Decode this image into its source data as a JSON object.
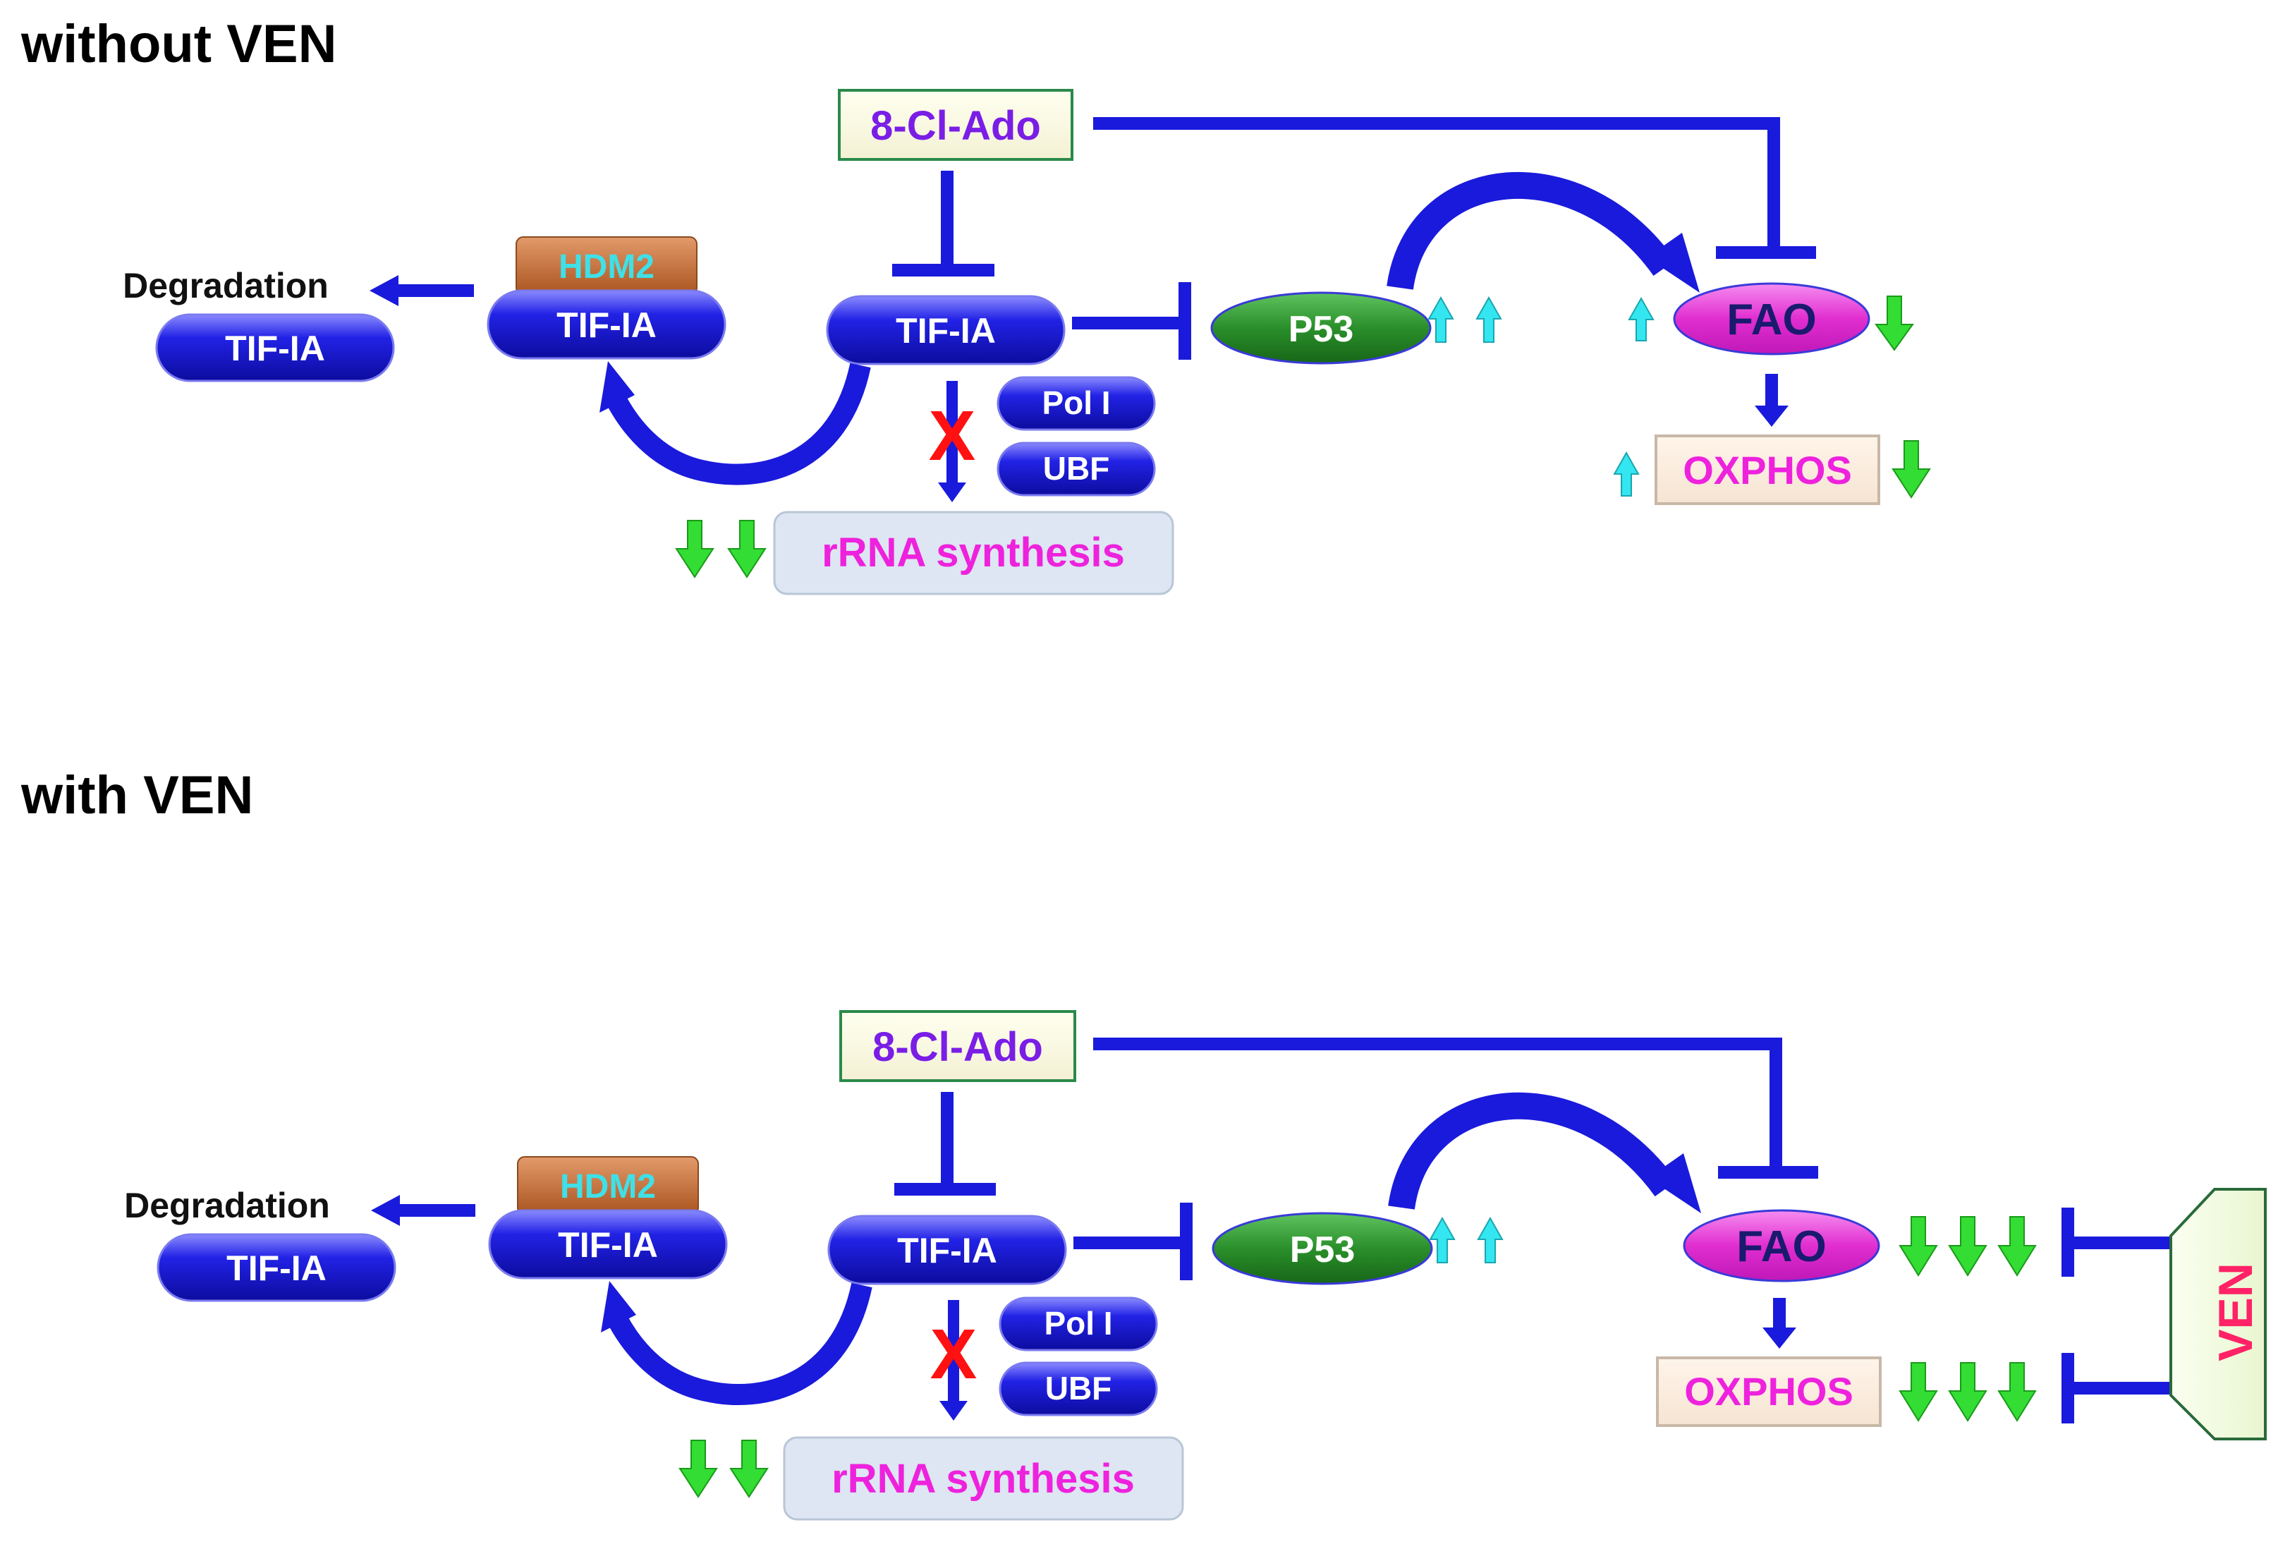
{
  "panels": [
    {
      "heading": "without VEN",
      "labels": {
        "degradation": "Degradation",
        "tif_degraded": "TIF-IA",
        "hdm2": "HDM2",
        "tif_bound": "TIF-IA",
        "tif_main": "TIF-IA",
        "drug": "8-Cl-Ado",
        "p53": "P53",
        "fao": "FAO",
        "oxphos": "OXPHOS",
        "pol1": "Pol I",
        "ubf": "UBF",
        "rrna": "rRNA synthesis",
        "blocked_mark": "X"
      },
      "indicators": {
        "p53_up": 2,
        "fao_up": 1,
        "fao_down": 1,
        "oxphos_up": 1,
        "oxphos_down": 1,
        "rrna_down": 2
      }
    },
    {
      "heading": "with VEN",
      "labels": {
        "degradation": "Degradation",
        "tif_degraded": "TIF-IA",
        "hdm2": "HDM2",
        "tif_bound": "TIF-IA",
        "tif_main": "TIF-IA",
        "drug": "8-Cl-Ado",
        "p53": "P53",
        "fao": "FAO",
        "oxphos": "OXPHOS",
        "pol1": "Pol I",
        "ubf": "UBF",
        "rrna": "rRNA synthesis",
        "blocked_mark": "X",
        "ven": "VEN"
      },
      "indicators": {
        "p53_up": 2,
        "fao_up": 0,
        "fao_down": 3,
        "oxphos_up": 0,
        "oxphos_down": 3,
        "rrna_down": 2
      }
    }
  ],
  "colors": {
    "pathway_blue": "#1a1adc",
    "p53_green": "#2e8b2e",
    "fao_magenta": "#e030c8",
    "label_magenta": "#ee22dd",
    "drug_purple": "#7a1ee6",
    "hdm2_brown": "#b5622e",
    "hdm2_text": "#3fe0e8",
    "up_arrow_cyan": "#33e6f0",
    "down_arrow_green": "#33dd33",
    "blocked_red": "#ff1111",
    "ven_red": "#ff2266"
  }
}
